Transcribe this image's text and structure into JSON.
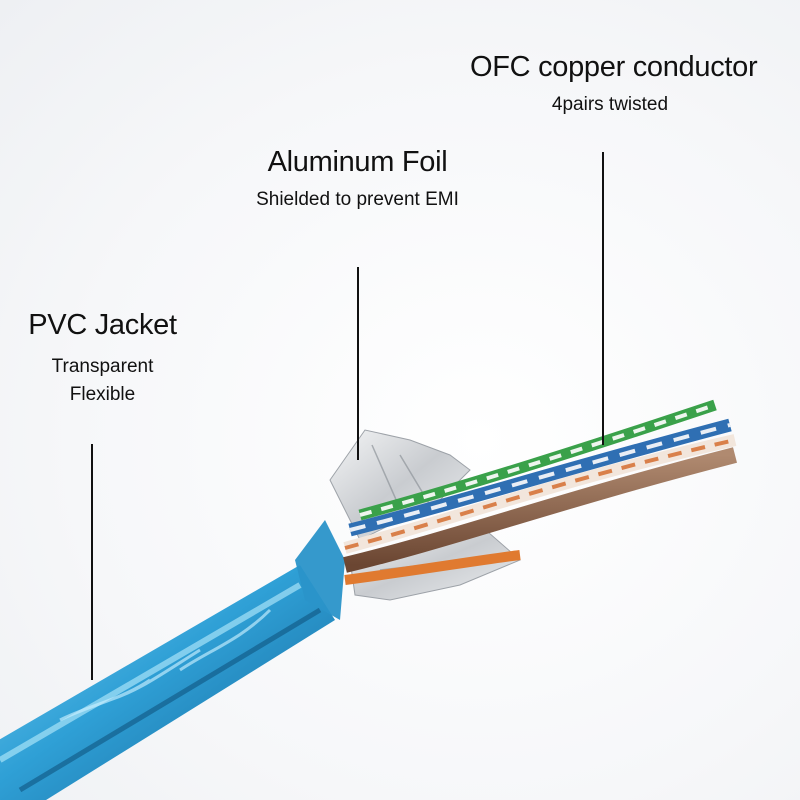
{
  "colors": {
    "jacket": "#2fa0d6",
    "jacket_dark": "#1670a6",
    "foil": "#d4d7db",
    "leader_line": "#111111"
  },
  "callouts": [
    {
      "id": "ofc",
      "title": "OFC copper conductor",
      "subtitle_lines": [
        "4pairs twisted"
      ]
    },
    {
      "id": "foil",
      "title": "Aluminum Foil",
      "subtitle_lines": [
        "Shielded to prevent EMI"
      ]
    },
    {
      "id": "pvc",
      "title": "PVC Jacket",
      "subtitle_lines": [
        "Transparent",
        "Flexible"
      ]
    }
  ]
}
